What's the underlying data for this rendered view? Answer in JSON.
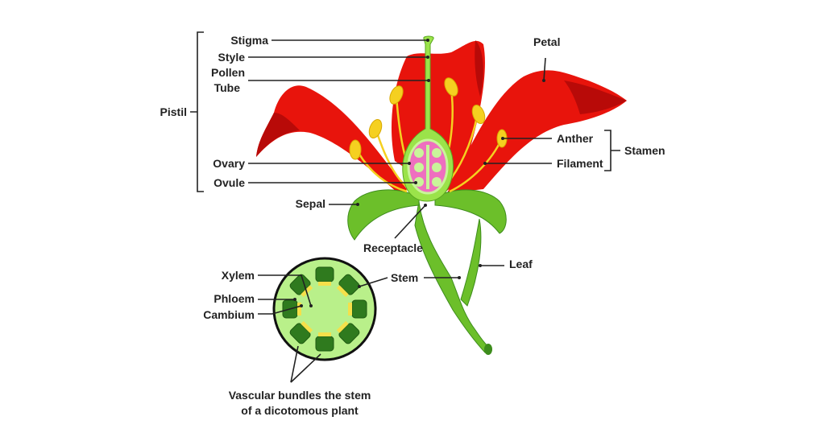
{
  "title": "Flower structure diagram",
  "labels": {
    "stigma": "Stigma",
    "style": "Style",
    "pollen_tube_1": "Pollen",
    "pollen_tube_2": "Tube",
    "pistil": "Pistil",
    "ovary": "Ovary",
    "ovule": "Ovule",
    "petal": "Petal",
    "anther": "Anther",
    "filament": "Filament",
    "stamen": "Stamen",
    "sepal": "Sepal",
    "receptacle": "Receptacle",
    "stem": "Stem",
    "leaf": "Leaf",
    "xylem": "Xylem",
    "phloem": "Phloem",
    "cambium": "Cambium",
    "caption_1": "Vascular bundles the stem",
    "caption_2": "of a dicotomous plant"
  },
  "colors": {
    "petal": "#e8140c",
    "petal_dark": "#b80a08",
    "green": "#6cbf2a",
    "light_green": "#c9f59a",
    "dark_green": "#2f7a1e",
    "anther": "#f5d020",
    "ovary_pink": "#ee6fbf"
  }
}
